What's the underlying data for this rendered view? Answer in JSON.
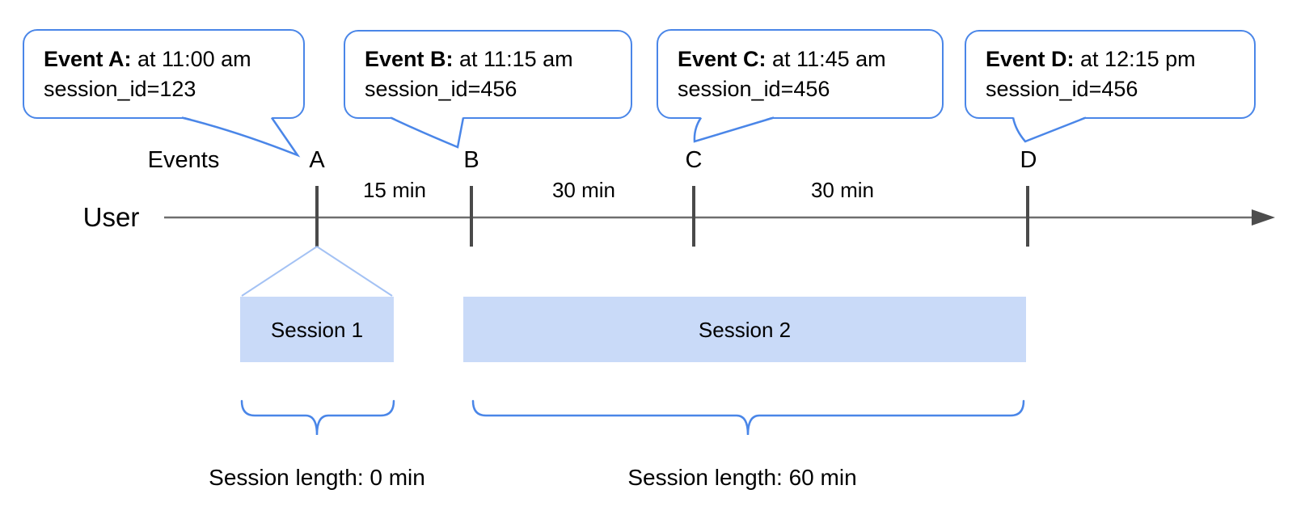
{
  "diagram": {
    "row_labels": {
      "events": "Events",
      "user": "User"
    },
    "events": [
      {
        "letter": "A",
        "callout_title": "Event A:",
        "callout_time": " at 11:00 am",
        "callout_session": "session_id=123"
      },
      {
        "letter": "B",
        "callout_title": "Event B:",
        "callout_time": " at 11:15 am",
        "callout_session": "session_id=456"
      },
      {
        "letter": "C",
        "callout_title": "Event C:",
        "callout_time": " at 11:45 am",
        "callout_session": "session_id=456"
      },
      {
        "letter": "D",
        "callout_title": "Event D:",
        "callout_time": " at 12:15 pm",
        "callout_session": "session_id=456"
      }
    ],
    "intervals": [
      {
        "label": "15 min"
      },
      {
        "label": "30 min"
      },
      {
        "label": "30 min"
      }
    ],
    "sessions": [
      {
        "label": "Session 1",
        "length": "Session length: 0 min"
      },
      {
        "label": "Session 2",
        "length": "Session length: 60 min"
      }
    ],
    "colors": {
      "accent_blue": "#4a86e8",
      "session_fill": "#c9daf8",
      "fan_line_blue": "#a4c2f4",
      "timeline_gray": "#6e6e6e",
      "tick_gray": "#4a4a4a"
    }
  }
}
